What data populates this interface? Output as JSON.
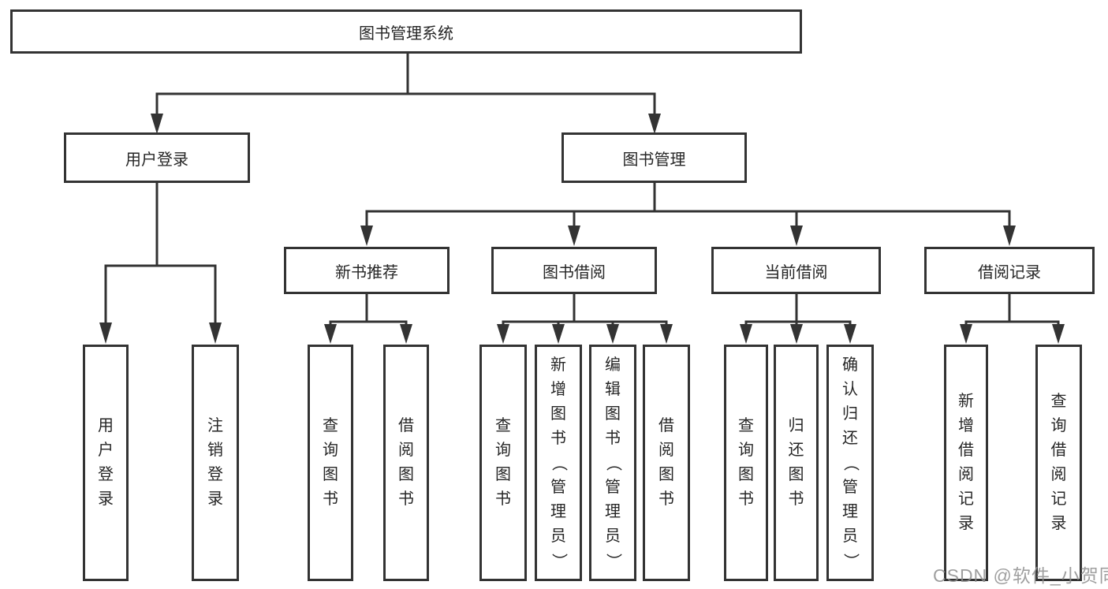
{
  "tree": {
    "label": "图书管理系统",
    "children": [
      {
        "label": "用户登录",
        "children": [
          {
            "label": "用户登录"
          },
          {
            "label": "注销登录"
          }
        ]
      },
      {
        "label": "图书管理",
        "children": [
          {
            "label": "新书推荐",
            "children": [
              {
                "label": "查询图书"
              },
              {
                "label": "借阅图书"
              }
            ]
          },
          {
            "label": "图书借阅",
            "children": [
              {
                "label": "查询图书"
              },
              {
                "label": "新增图书（管理员）"
              },
              {
                "label": "编辑图书（管理员）"
              },
              {
                "label": "借阅图书"
              }
            ]
          },
          {
            "label": "当前借阅",
            "children": [
              {
                "label": "查询图书"
              },
              {
                "label": "归还图书"
              },
              {
                "label": "确认归还（管理员）"
              }
            ]
          },
          {
            "label": "借阅记录",
            "children": [
              {
                "label": "新增借阅记录"
              },
              {
                "label": "查询借阅记录"
              }
            ]
          }
        ]
      }
    ]
  },
  "watermark": "CSDN @软件_小贺同学",
  "colors": {
    "line": "#333333",
    "text": "#262626",
    "watermark": "#8f8f8f",
    "background": "#ffffff"
  }
}
